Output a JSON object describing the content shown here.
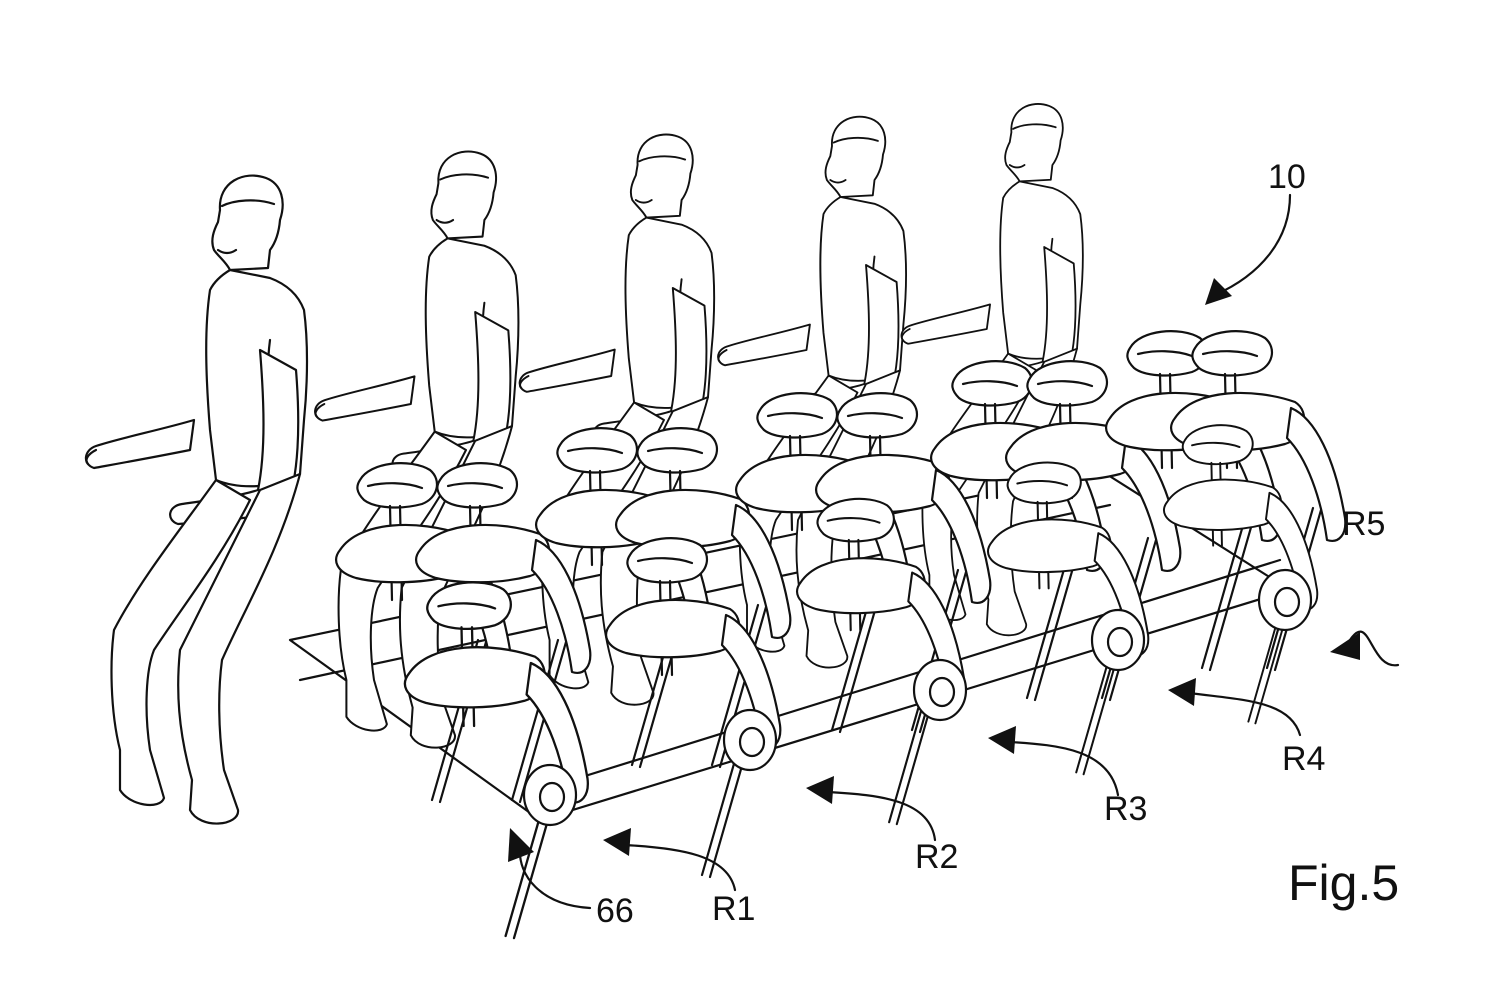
{
  "figure": {
    "caption": "Fig.5",
    "labels": {
      "assembly": "10",
      "beam": "66",
      "row1": "R1",
      "row2": "R2",
      "row3": "R3",
      "row4": "R4",
      "row5": "R5"
    }
  },
  "colors": {
    "ink": "#111111",
    "paper": "#ffffff"
  }
}
